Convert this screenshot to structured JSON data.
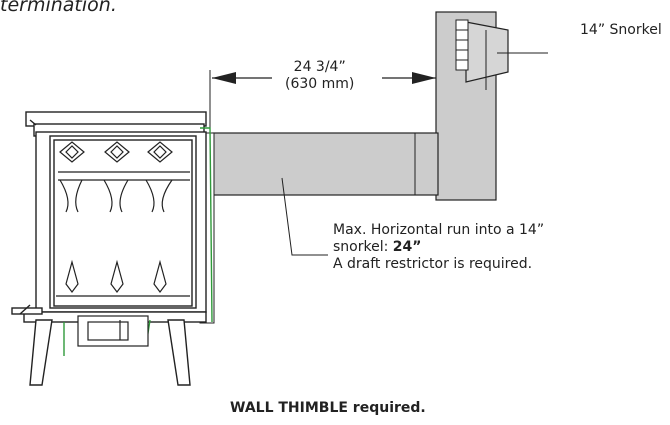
{
  "header": {
    "caption": "termination."
  },
  "labels": {
    "snorkel": "14” Snorkel",
    "dimension_imperial": "24 3/4”",
    "dimension_metric": "(630 mm)"
  },
  "note": {
    "line1": "Max. Horizontal run into a 14”",
    "line2_prefix": "snorkel: ",
    "line2_bold": "24”",
    "line3": "A draft restrictor is required."
  },
  "footer": {
    "text": "WALL THIMBLE  required."
  },
  "colors": {
    "pipe_fill": "#cccccc",
    "outline": "#222222",
    "accent_green": "#2f9a3a"
  }
}
